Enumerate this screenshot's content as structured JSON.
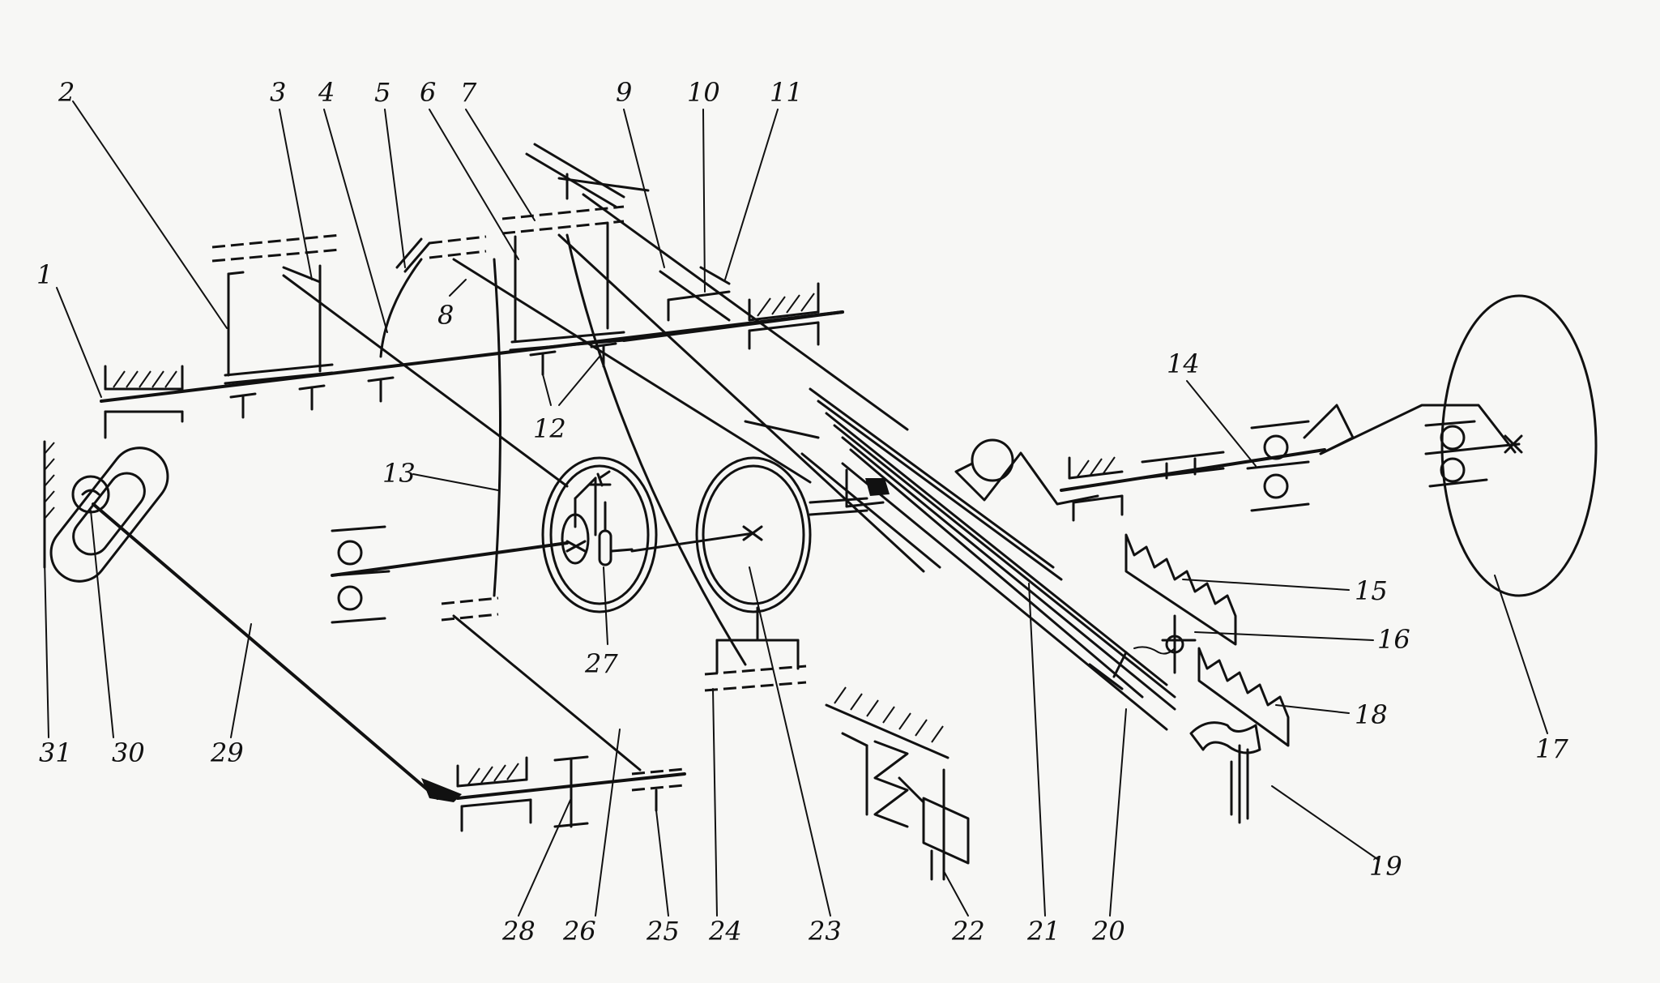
{
  "labels": {
    "n1": "1",
    "n2": "2",
    "n3": "3",
    "n4": "4",
    "n5": "5",
    "n6": "6",
    "n7": "7",
    "n8": "8",
    "n9": "9",
    "n10": "10",
    "n11": "11",
    "n12": "12",
    "n13": "13",
    "n14": "14",
    "n15": "15",
    "n16": "16",
    "n17": "17",
    "n18": "18",
    "n19": "19",
    "n20": "20",
    "n21": "21",
    "n22": "22",
    "n23": "23",
    "n24": "24",
    "n25": "25",
    "n26": "26",
    "n27": "27",
    "n28": "28",
    "n29": "29",
    "n30": "30",
    "n31": "31"
  }
}
